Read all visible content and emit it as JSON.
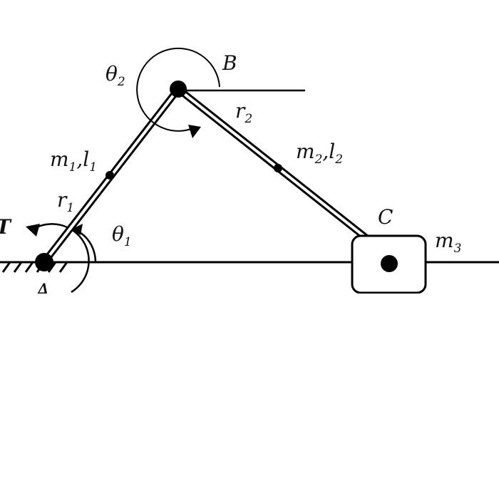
{
  "labels": {
    "point_a": "A",
    "point_b": "B",
    "point_c": "C",
    "torque": "T",
    "theta1": {
      "sym": "θ",
      "sub": "1"
    },
    "theta2": {
      "sym": "θ",
      "sub": "2"
    },
    "r1": {
      "sym": "r",
      "sub": "1"
    },
    "r2": {
      "sym": "r",
      "sub": "2"
    },
    "link1": {
      "m": "m",
      "m_sub": "1",
      "comma": ",",
      "l": "l",
      "l_sub": "1"
    },
    "link2": {
      "m": "m",
      "m_sub": "2",
      "comma": ",",
      "l": "l",
      "l_sub": "2"
    },
    "m3": {
      "sym": "m",
      "sub": "3"
    }
  },
  "colors": {
    "ink": "#000000",
    "background": "#ffffff"
  }
}
